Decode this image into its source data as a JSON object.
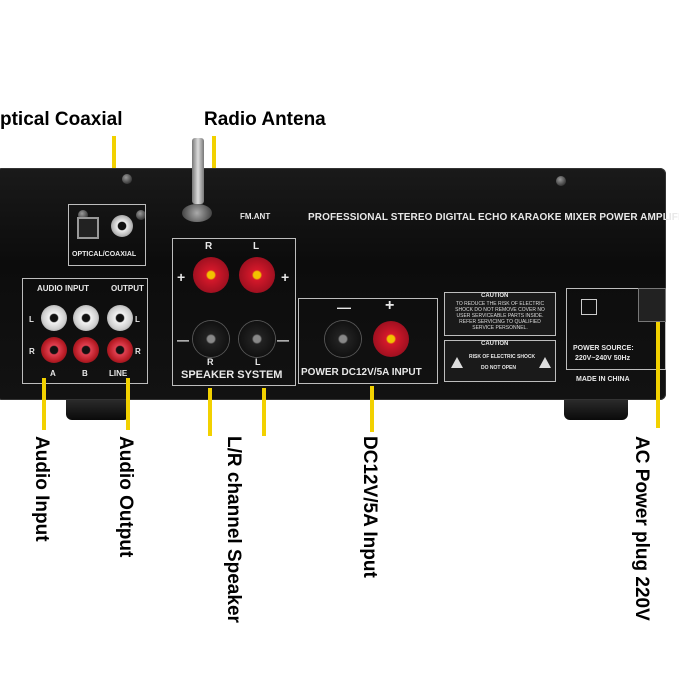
{
  "callouts": {
    "optical_coaxial": "ptical Coaxial",
    "radio_antena": "Radio Antena",
    "audio_input": "Audio Input",
    "audio_output": "Audio Output",
    "lr_speaker": "L/R channel Speaker",
    "dc_input": "DC12V/5A Input",
    "ac_power": "AC Power plug 220V"
  },
  "panel": {
    "title": "PROFESSIONAL STEREO DIGITAL ECHO KARAOKE MIXER POWER AMPLIFIER",
    "fm_ant": "FM.ANT",
    "optical_coaxial": "OPTICAL/COAXIAL",
    "audio_input": "AUDIO INPUT",
    "output": "OUTPUT",
    "ch_l": "L",
    "ch_r": "R",
    "a": "A",
    "b": "B",
    "line": "LINE",
    "spk_r": "R",
    "spk_l": "L",
    "plus": "+",
    "minus": "—",
    "speaker_system": "SPEAKER SYSTEM",
    "power_dc": "POWER DC12V/5A INPUT",
    "caution1_title": "CAUTION",
    "caution1_body": "TO REDUCE THE RISK OF ELECTRIC SHOCK DO NOT REMOVE COVER NO USER SERVICEABLE PARTS INSIDE. REFER SERVICING TO QUALIFIED SERVICE PERSONNEL.",
    "caution2_title": "CAUTION",
    "caution2_line1": "RISK OF ELECTRIC SHOCK",
    "caution2_line2": "DO NOT OPEN",
    "power_source_label": "POWER SOURCE:",
    "power_source_value": "220V~240V 50Hz",
    "made_in": "MADE IN CHINA"
  },
  "colors": {
    "callout_line": "#f2d100",
    "panel": "#111111",
    "red_binding": "#d4182a",
    "rca_red": "#b81c25"
  }
}
